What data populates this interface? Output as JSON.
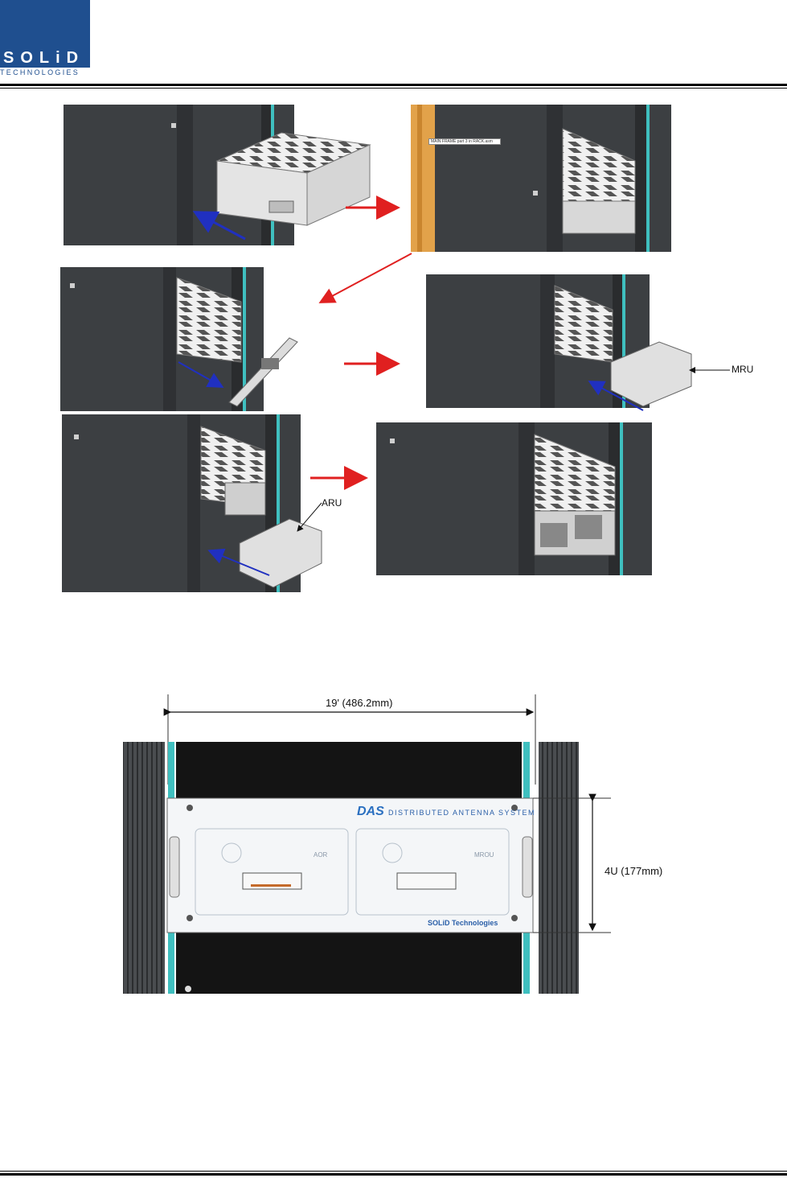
{
  "header": {
    "logo_word": "SOLiD",
    "logo_sub": "TECHNOLOGIES"
  },
  "figure1": {
    "step2_tag": "MAIN FRAME part 3 in RACK.asm",
    "mru_label": "MRU",
    "aru_label": "ARU"
  },
  "figure2": {
    "width_label": "19' (486.2mm)",
    "height_label": "4U (177mm)",
    "das_brand": "DAS",
    "das_text": "DISTRIBUTED ANTENNA SYSTEM",
    "left_module": "AOR",
    "right_module": "MROU",
    "maker": "SOLiD Technologies"
  },
  "colors": {
    "logo_blue": "#1f4f8f",
    "arrow_red": "#e02020",
    "arrow_blue": "#2030c0",
    "rack_dark": "#3a3d40",
    "rail_cyan": "#3fbfbf"
  }
}
